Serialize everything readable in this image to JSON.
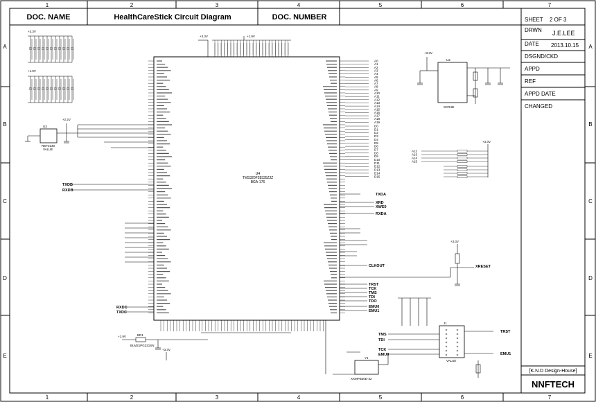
{
  "title_block": {
    "doc_name_label": "DOC. NAME",
    "title": "HealthCareStick Circuit Diagram",
    "doc_number_label": "DOC. NUMBER",
    "sheet_label": "SHEET",
    "sheet_value": "2  OF 3",
    "drawn_label": "DRWN",
    "drawn_value": "J.E.LEE",
    "date_label": "DATE",
    "date_value": "2013.10.15",
    "dsgnd_label": "DSGND/CKD",
    "appd_label": "APPD",
    "ref_label": "REF",
    "appd_date_label": "APPD DATE",
    "changed_label": "CHANGED",
    "design_house": "[K.N.D Design-House]",
    "company": "NNFTECH"
  },
  "grid": {
    "columns": [
      "1",
      "2",
      "3",
      "4",
      "5",
      "6",
      "7"
    ],
    "rows": [
      "A",
      "B",
      "C",
      "D",
      "E"
    ]
  },
  "schematic": {
    "mcu_ref": "U4",
    "mcu_part": "TMS320F28335ZJZ",
    "mcu_pkg": "BGA-176",
    "vref_ref": "U3",
    "vref_part": "REF3130",
    "vref_value": "VALUE",
    "reg_ref": "U2",
    "reg_part": "SCR4B",
    "jtag_ref": "J1",
    "jtag_value": "VALUE",
    "osc_ref": "Y1",
    "osc_part": "XXMPB30D-32",
    "bead_ref": "BD1",
    "bead_part": "BLM21PG221SN",
    "net_txdb": "TXDB",
    "net_rxdb": "RXDB",
    "net_rxdc": "RXDC",
    "net_txdc": "TXDC",
    "net_xrd": "XRD",
    "net_xwe0": "XWE0",
    "net_rxda": "RXDA",
    "net_txda": "TXDA",
    "net_xreset": "XRESET",
    "net_clkout": "CLKOUT",
    "net_trst": "TRST",
    "net_tck": "TCK",
    "net_tms": "TMS",
    "net_tdi": "TDI",
    "net_tdo": "TDO",
    "net_emu0": "EMU0",
    "net_emu1": "EMU1",
    "rail_33": "+3.3V",
    "rail_19": "+1.9V",
    "rail_22": "+2.2V",
    "addr_bus": [
      "A0",
      "A1",
      "A2",
      "A3",
      "A4",
      "A5",
      "A6",
      "A7",
      "A8",
      "A9",
      "A10",
      "A11",
      "A12",
      "A13",
      "A14",
      "A15",
      "A16",
      "A17",
      "A18",
      "A19"
    ],
    "data_bus": [
      "D0",
      "D1",
      "D2",
      "D3",
      "D4",
      "D5",
      "D6",
      "D7",
      "D8",
      "D9",
      "D10",
      "D11",
      "D12",
      "D13",
      "D14",
      "D15"
    ]
  }
}
